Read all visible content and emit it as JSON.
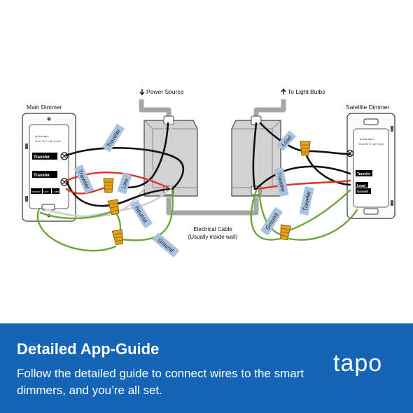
{
  "diagram": {
    "devices": {
      "main": "Main Dimmer",
      "satellite": "Satellite Dimmer"
    },
    "annotations": {
      "power_source": "Power Source",
      "to_light_bulbs": "To Light Bulbs",
      "cable_line1": "Electrical Cable",
      "cable_line2": "(Usually inside wall)"
    },
    "wire_tags": {
      "main_traveler_upper": "Traveler",
      "main_traveler_lower": "Traveler",
      "main_line": "Line",
      "main_neutral": "Neutral",
      "main_ground": "Ground",
      "sat_load": "Load",
      "sat_traveler_upper": "Traveler",
      "sat_traveler_lower": "Traveler",
      "sat_ground": "Ground"
    },
    "main_panel": {
      "brand": "tp-link  tapo",
      "model": "Smart Wi-Fi Light Switch",
      "terminal_traveler_top": "Traveler",
      "terminal_traveler_bottom": "Traveler",
      "bottom_row": [
        "Neutral",
        "Line",
        "Load"
      ]
    },
    "satellite_panel": {
      "brand": "tp-link  tapo",
      "model": "Smart Wi-Fi Light Switch",
      "terminal_traveler": "Traveler",
      "terminal_load": "Load",
      "terminal_ground": "Ground"
    }
  },
  "footer": {
    "title": "Detailed App-Guide",
    "description": "Follow the detailed guide to connect wires to the smart dimmers, and you’re all set.",
    "brand": "tapo"
  },
  "colors": {
    "footer_bg": "#1565b6",
    "tag_fill": "#a9c3df",
    "wire_black": "#111111",
    "wire_red": "#d9362b",
    "wire_green": "#6fa63a",
    "wire_white": "#d8d8d8",
    "connector": "#e3a321",
    "box_fill": "#d2d2d2",
    "conduit": "#a7a7a7"
  }
}
